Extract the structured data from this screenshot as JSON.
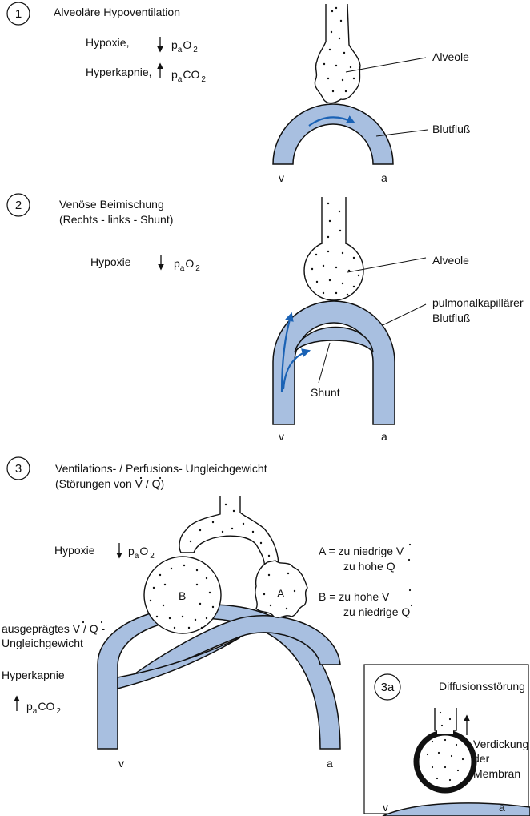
{
  "panel1": {
    "number": "1",
    "title": "Alveoläre Hypoventilation",
    "hypoxie": "Hypoxie,",
    "hyperkapnie": "Hyperkapnie,",
    "pa_o2": "p",
    "pa_o2_sub": "a",
    "pa_o2_tail": "O",
    "pa_o2_sub2": "2",
    "pa_co2": "p",
    "pa_co2_sub": "a",
    "pa_co2_tail": "CO",
    "pa_co2_sub2": "2",
    "alveole": "Alveole",
    "blutfluss": "Blutfluß",
    "v": "v",
    "a": "a"
  },
  "panel2": {
    "number": "2",
    "title1": "Venöse Beimischung",
    "title2": "(Rechts - links - Shunt)",
    "hypoxie": "Hypoxie",
    "pa_o2": "p",
    "pa_o2_sub": "a",
    "pa_o2_tail": "O",
    "pa_o2_sub2": "2",
    "alveole": "Alveole",
    "pulm1": "pulmonalkapillärer",
    "pulm2": "Blutfluß",
    "shunt": "Shunt",
    "v": "v",
    "a": "a"
  },
  "panel3": {
    "number": "3",
    "title1": "Ventilations- / Perfusions- Ungleichgewicht",
    "title2_pre": "(Störungen von ",
    "title2_v": "V",
    "title2_mid": " / ",
    "title2_q": "Q",
    "title2_post": ")",
    "hypoxie": "Hypoxie",
    "pa_o2": "p",
    "pa_o2_sub": "a",
    "pa_o2_tail": "O",
    "pa_o2_sub2": "2",
    "a_line1_pre": "A  =  zu niedrige ",
    "a_line1_sym": "V",
    "a_line2_pre": "zu hohe ",
    "a_line2_sym": "Q",
    "b_line1_pre": "B  =  zu hohe ",
    "b_line1_sym": "V",
    "b_line2_pre": "zu niedrige ",
    "b_line2_sym": "Q",
    "label_a": "A",
    "label_b": "B",
    "ausgepr1_pre": "ausgeprägtes ",
    "ausgepr1_v": "V",
    "ausgepr1_mid": " / ",
    "ausgepr1_q": "Q",
    "ausgepr1_post": " -",
    "ausgepr2": "Ungleichgewicht",
    "hyperkapnie": "Hyperkapnie",
    "pa_co2": "p",
    "pa_co2_sub": "a",
    "pa_co2_tail": "CO",
    "pa_co2_sub2": "2",
    "v": "v",
    "a": "a"
  },
  "panel3a": {
    "number": "3a",
    "title": "Diffusionsstörung",
    "verd1": "Verdickung",
    "verd2": "der",
    "verd3": "Membran",
    "v": "v",
    "a": "a"
  },
  "colors": {
    "blood": "#a8bfe0",
    "flow_arrow": "#1a62b5",
    "ink": "#111111"
  }
}
